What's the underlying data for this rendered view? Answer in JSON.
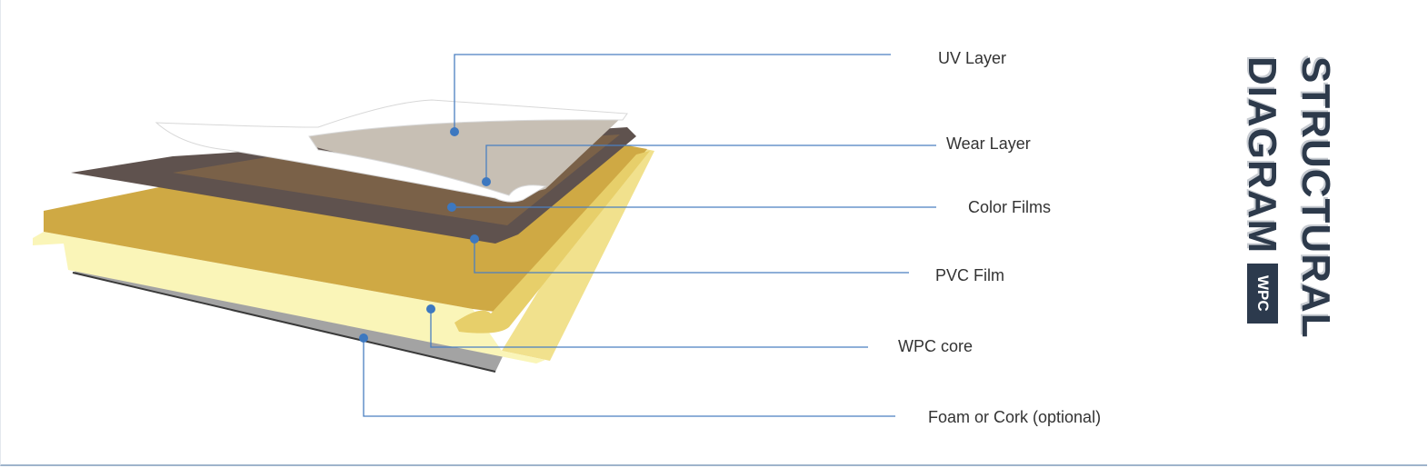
{
  "title": {
    "line1": "STRUCTURAL",
    "line2": "DIAGRAM",
    "badge": "WPC"
  },
  "layers": [
    {
      "label": "UV Layer"
    },
    {
      "label": "Wear Layer"
    },
    {
      "label": "Color Films"
    },
    {
      "label": "PVC Film"
    },
    {
      "label": "WPC core"
    },
    {
      "label": "Foam or Cork (optional)"
    }
  ],
  "colors": {
    "line": "#4a7fc1",
    "title": "#2d3a4b",
    "core_top": "#cfa944",
    "core_front": "#faf5b8",
    "pvc": "#5f524e",
    "foam": "#a3a3a3"
  }
}
